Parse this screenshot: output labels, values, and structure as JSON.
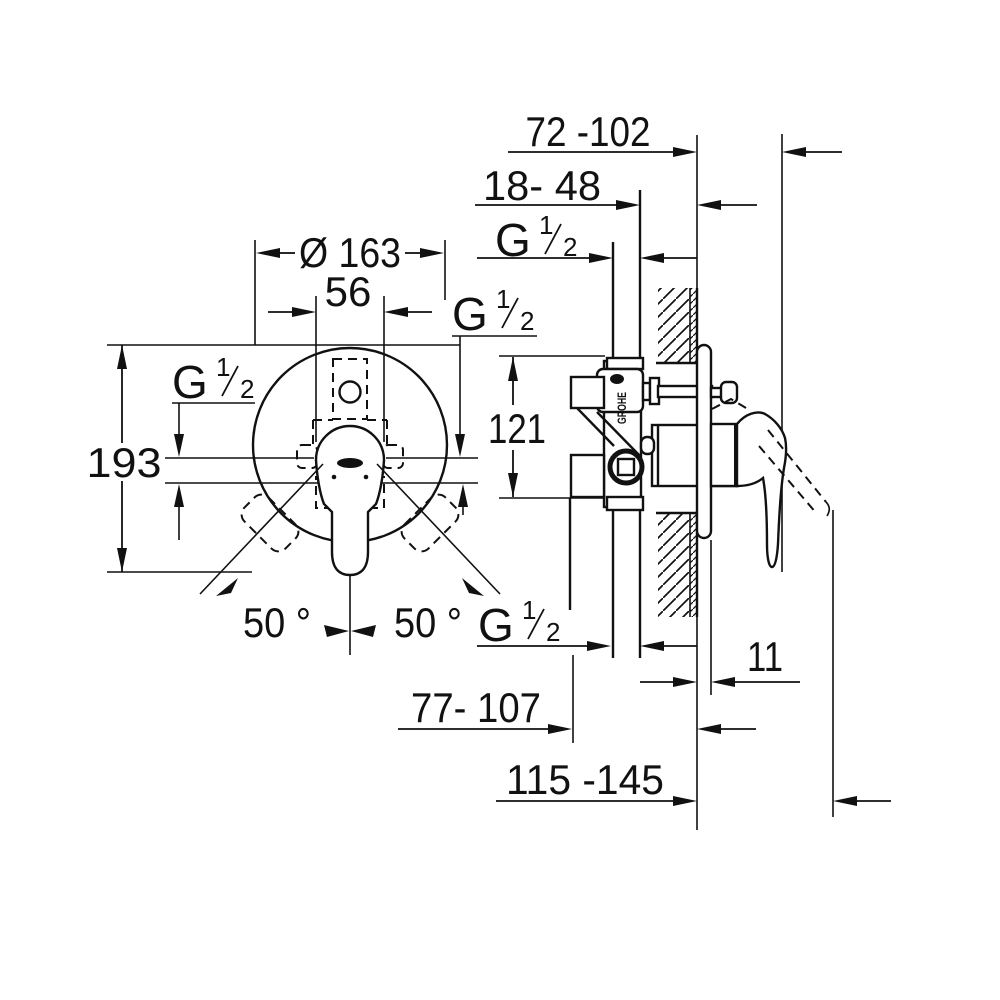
{
  "brand": "GROHE",
  "thread": {
    "g": "G",
    "num": "1",
    "den": "2"
  },
  "dims": {
    "protrusion": "72 -102",
    "recess_depth": "18- 48",
    "diameter": "Ø 163",
    "handle_width": "56",
    "total_height": "193",
    "port_spacing": "121",
    "angle_left": "50 °",
    "angle_right": "50 °",
    "plate_gap": "11",
    "body_depth": "77- 107",
    "max_reach": "115 -145"
  }
}
